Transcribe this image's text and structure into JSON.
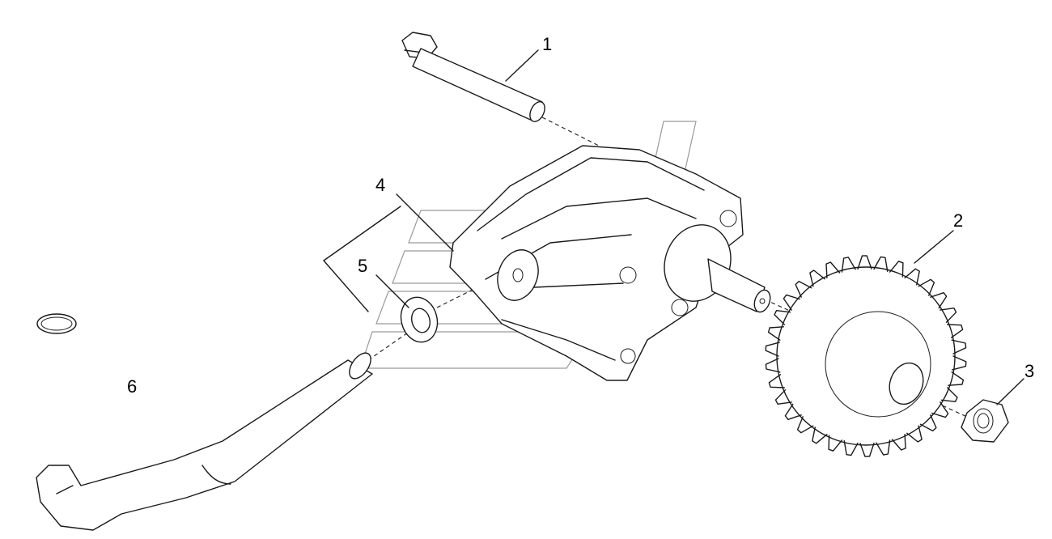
{
  "diagram": {
    "callouts": [
      {
        "id": "bolt",
        "label": "1"
      },
      {
        "id": "gear",
        "label": "2"
      },
      {
        "id": "nut",
        "label": "3"
      },
      {
        "id": "pump",
        "label": "4"
      },
      {
        "id": "washer",
        "label": "5"
      },
      {
        "id": "tube",
        "label": "6"
      }
    ],
    "colors": {
      "line": "#1a1a1a",
      "watermark": "#9a9a9a",
      "background": "#ffffff"
    }
  }
}
